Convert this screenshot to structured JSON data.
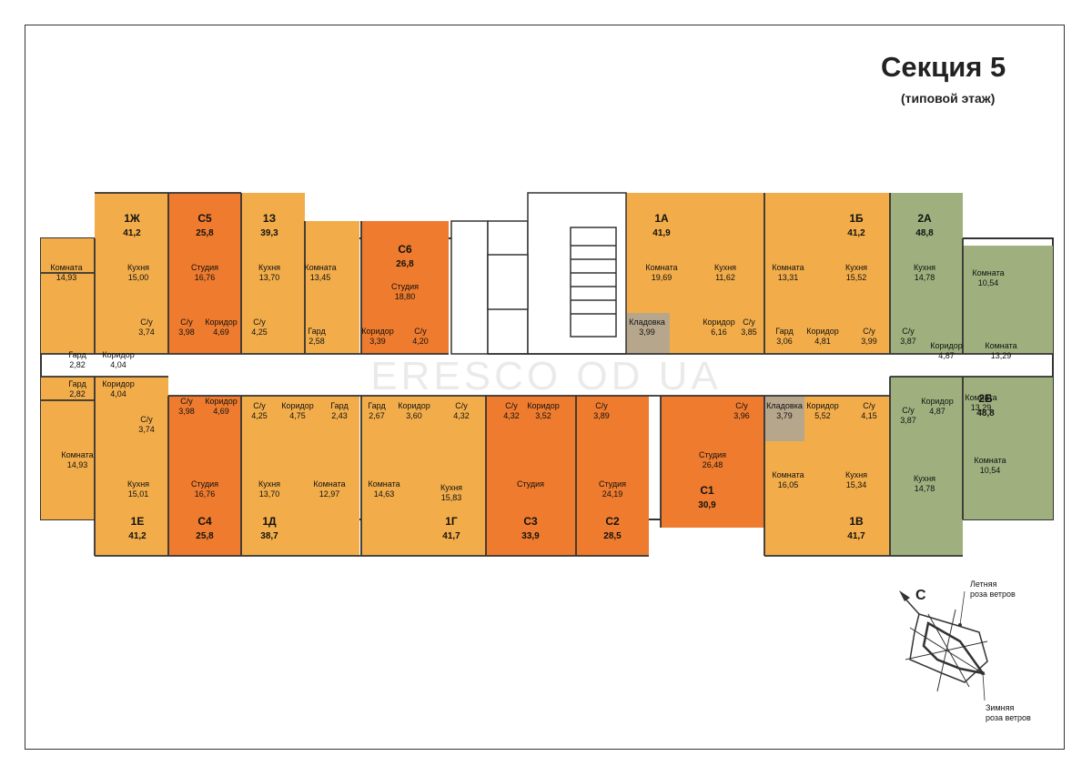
{
  "header": {
    "title": "Секция 5",
    "subtitle": "(типовой этаж)"
  },
  "colors": {
    "standard": "#f2ad4a",
    "studio": "#ee7b2e",
    "studio_dark": "#e8662a",
    "large": "#9fb07e",
    "storage": "#b6a68c",
    "corridor": "#ffffff",
    "wall": "#333333"
  },
  "apartments": [
    {
      "code": "1Ж",
      "area": "41,2"
    },
    {
      "code": "С5",
      "area": "25,8"
    },
    {
      "code": "1З",
      "area": "39,3"
    },
    {
      "code": "С6",
      "area": "26,8"
    },
    {
      "code": "1А",
      "area": "41,9"
    },
    {
      "code": "1Б",
      "area": "41,2"
    },
    {
      "code": "2А",
      "area": "48,8"
    },
    {
      "code": "1Е",
      "area": "41,2"
    },
    {
      "code": "С4",
      "area": "25,8"
    },
    {
      "code": "1Д",
      "area": "38,7"
    },
    {
      "code": "1Г",
      "area": "41,7"
    },
    {
      "code": "С3",
      "area": "33,9"
    },
    {
      "code": "С2",
      "area": "28,5"
    },
    {
      "code": "С1",
      "area": "30,9"
    },
    {
      "code": "1В",
      "area": "41,7"
    },
    {
      "code": "2Б",
      "area": "48,8"
    }
  ],
  "rooms": [
    {
      "name": "Комната",
      "value": "14,93"
    },
    {
      "name": "Кухня",
      "value": "15,00"
    },
    {
      "name": "Студия",
      "value": "16,76"
    },
    {
      "name": "Кухня",
      "value": "13,70"
    },
    {
      "name": "Комната",
      "value": "13,45"
    },
    {
      "name": "Студия",
      "value": "18,80"
    },
    {
      "name": "Комната",
      "value": "19,69"
    },
    {
      "name": "Кухня",
      "value": "11,62"
    },
    {
      "name": "Комната",
      "value": "13,31"
    },
    {
      "name": "Кухня",
      "value": "15,52"
    },
    {
      "name": "Кухня",
      "value": "14,78"
    },
    {
      "name": "Комната",
      "value": "10,54"
    },
    {
      "name": "С/у",
      "value": "3,74"
    },
    {
      "name": "С/у",
      "value": "3,98"
    },
    {
      "name": "Коридор",
      "value": "4,69"
    },
    {
      "name": "С/у",
      "value": "4,25"
    },
    {
      "name": "Гард",
      "value": "2,58"
    },
    {
      "name": "Коридор",
      "value": "3,39"
    },
    {
      "name": "С/у",
      "value": "4,20"
    },
    {
      "name": "Кладовка",
      "value": "3,99"
    },
    {
      "name": "Коридор",
      "value": "6,16"
    },
    {
      "name": "С/у",
      "value": "3,85"
    },
    {
      "name": "Гард",
      "value": "3,06"
    },
    {
      "name": "Коридор",
      "value": "4,81"
    },
    {
      "name": "С/у",
      "value": "3,99"
    },
    {
      "name": "С/у",
      "value": "3,87"
    },
    {
      "name": "Коридор",
      "value": "4,87"
    },
    {
      "name": "Комната",
      "value": "13,29"
    },
    {
      "name": "Гард",
      "value": "2,82"
    },
    {
      "name": "Коридор",
      "value": "4,04"
    },
    {
      "name": "Гард",
      "value": "2,82"
    },
    {
      "name": "Коридор",
      "value": "4,04"
    },
    {
      "name": "С/у",
      "value": "3,74"
    },
    {
      "name": "С/у",
      "value": "3,98"
    },
    {
      "name": "Коридор",
      "value": "4,69"
    },
    {
      "name": "С/у",
      "value": "4,25"
    },
    {
      "name": "Коридор",
      "value": "4,75"
    },
    {
      "name": "Гард",
      "value": "2,43"
    },
    {
      "name": "Гард",
      "value": "2,67"
    },
    {
      "name": "Коридор",
      "value": "3,60"
    },
    {
      "name": "С/у",
      "value": "4,32"
    },
    {
      "name": "С/у",
      "value": "4,32"
    },
    {
      "name": "Коридор",
      "value": "3,52"
    },
    {
      "name": "С/у",
      "value": "3,89"
    },
    {
      "name": "С/у",
      "value": "3,96"
    },
    {
      "name": "Кладовка",
      "value": "3,79"
    },
    {
      "name": "Коридор",
      "value": "5,52"
    },
    {
      "name": "С/у",
      "value": "4,15"
    },
    {
      "name": "С/у",
      "value": "3,87"
    },
    {
      "name": "Коридор",
      "value": "4,87"
    },
    {
      "name": "Комната",
      "value": "13,29"
    },
    {
      "name": "Комната",
      "value": "14,93"
    },
    {
      "name": "Кухня",
      "value": "15,01"
    },
    {
      "name": "Студия",
      "value": "16,76"
    },
    {
      "name": "Кухня",
      "value": "13,70"
    },
    {
      "name": "Комната",
      "value": "12,97"
    },
    {
      "name": "Комната",
      "value": "14,63"
    },
    {
      "name": "Кухня",
      "value": "15,83"
    },
    {
      "name": "Студия",
      "value": ""
    },
    {
      "name": "Студия",
      "value": "24,19"
    },
    {
      "name": "Студия",
      "value": "26,48"
    },
    {
      "name": "Комната",
      "value": "16,05"
    },
    {
      "name": "Кухня",
      "value": "15,34"
    },
    {
      "name": "Кухня",
      "value": "14,78"
    },
    {
      "name": "Комната",
      "value": "10,54"
    }
  ],
  "watermark": "ERESCO OD UA",
  "wind_rose": {
    "north_letter": "С",
    "summer_label": "Летняя роза ветров",
    "winter_label": "Зимняя роза ветров",
    "summer_line1": "Летняя",
    "summer_line2": "роза ветров",
    "winter_line1": "Зимняя",
    "winter_line2": "роза ветров"
  }
}
